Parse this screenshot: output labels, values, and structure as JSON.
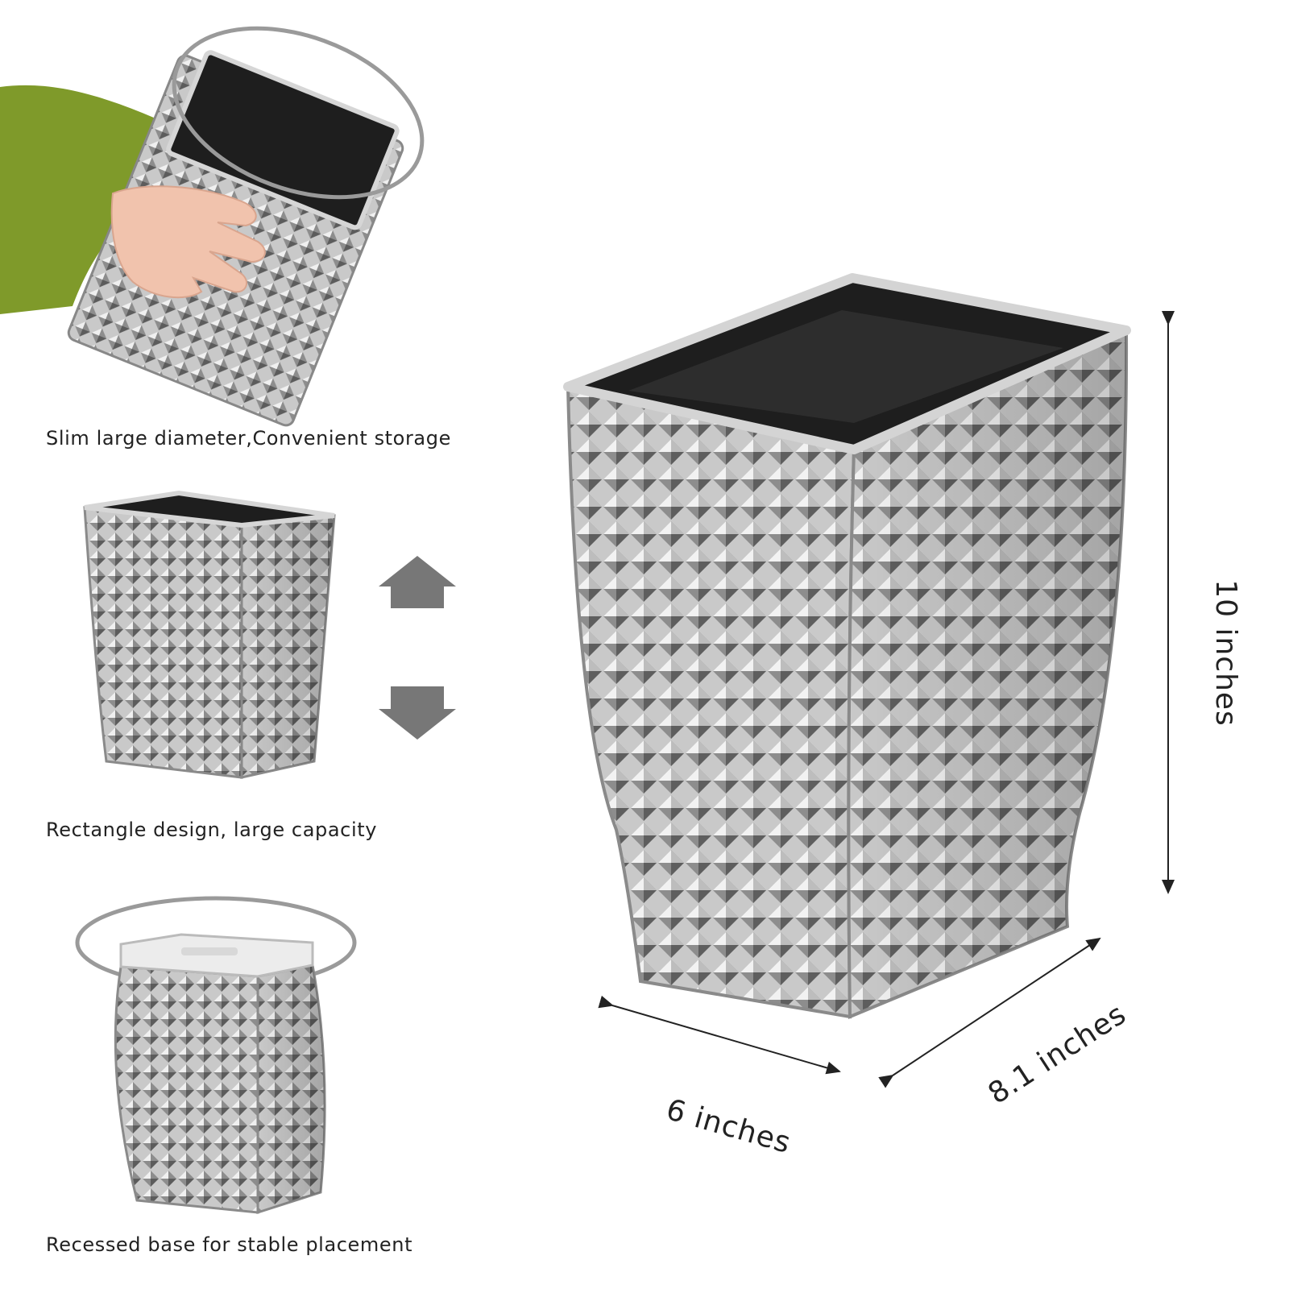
{
  "features": [
    {
      "caption": "Slim large diameter,Convenient storage"
    },
    {
      "caption": "Rectangle design, large capacity"
    },
    {
      "caption": "Recessed base for stable placement"
    }
  ],
  "dimensions": {
    "height": "10 inches",
    "width": "6 inches",
    "depth": "8.1 inches"
  },
  "colors": {
    "background": "#ffffff",
    "silver": "#b9b9b9",
    "interior": "#1e1e1e",
    "sleeve": "#7f9a2a",
    "arrow": "#777777"
  }
}
